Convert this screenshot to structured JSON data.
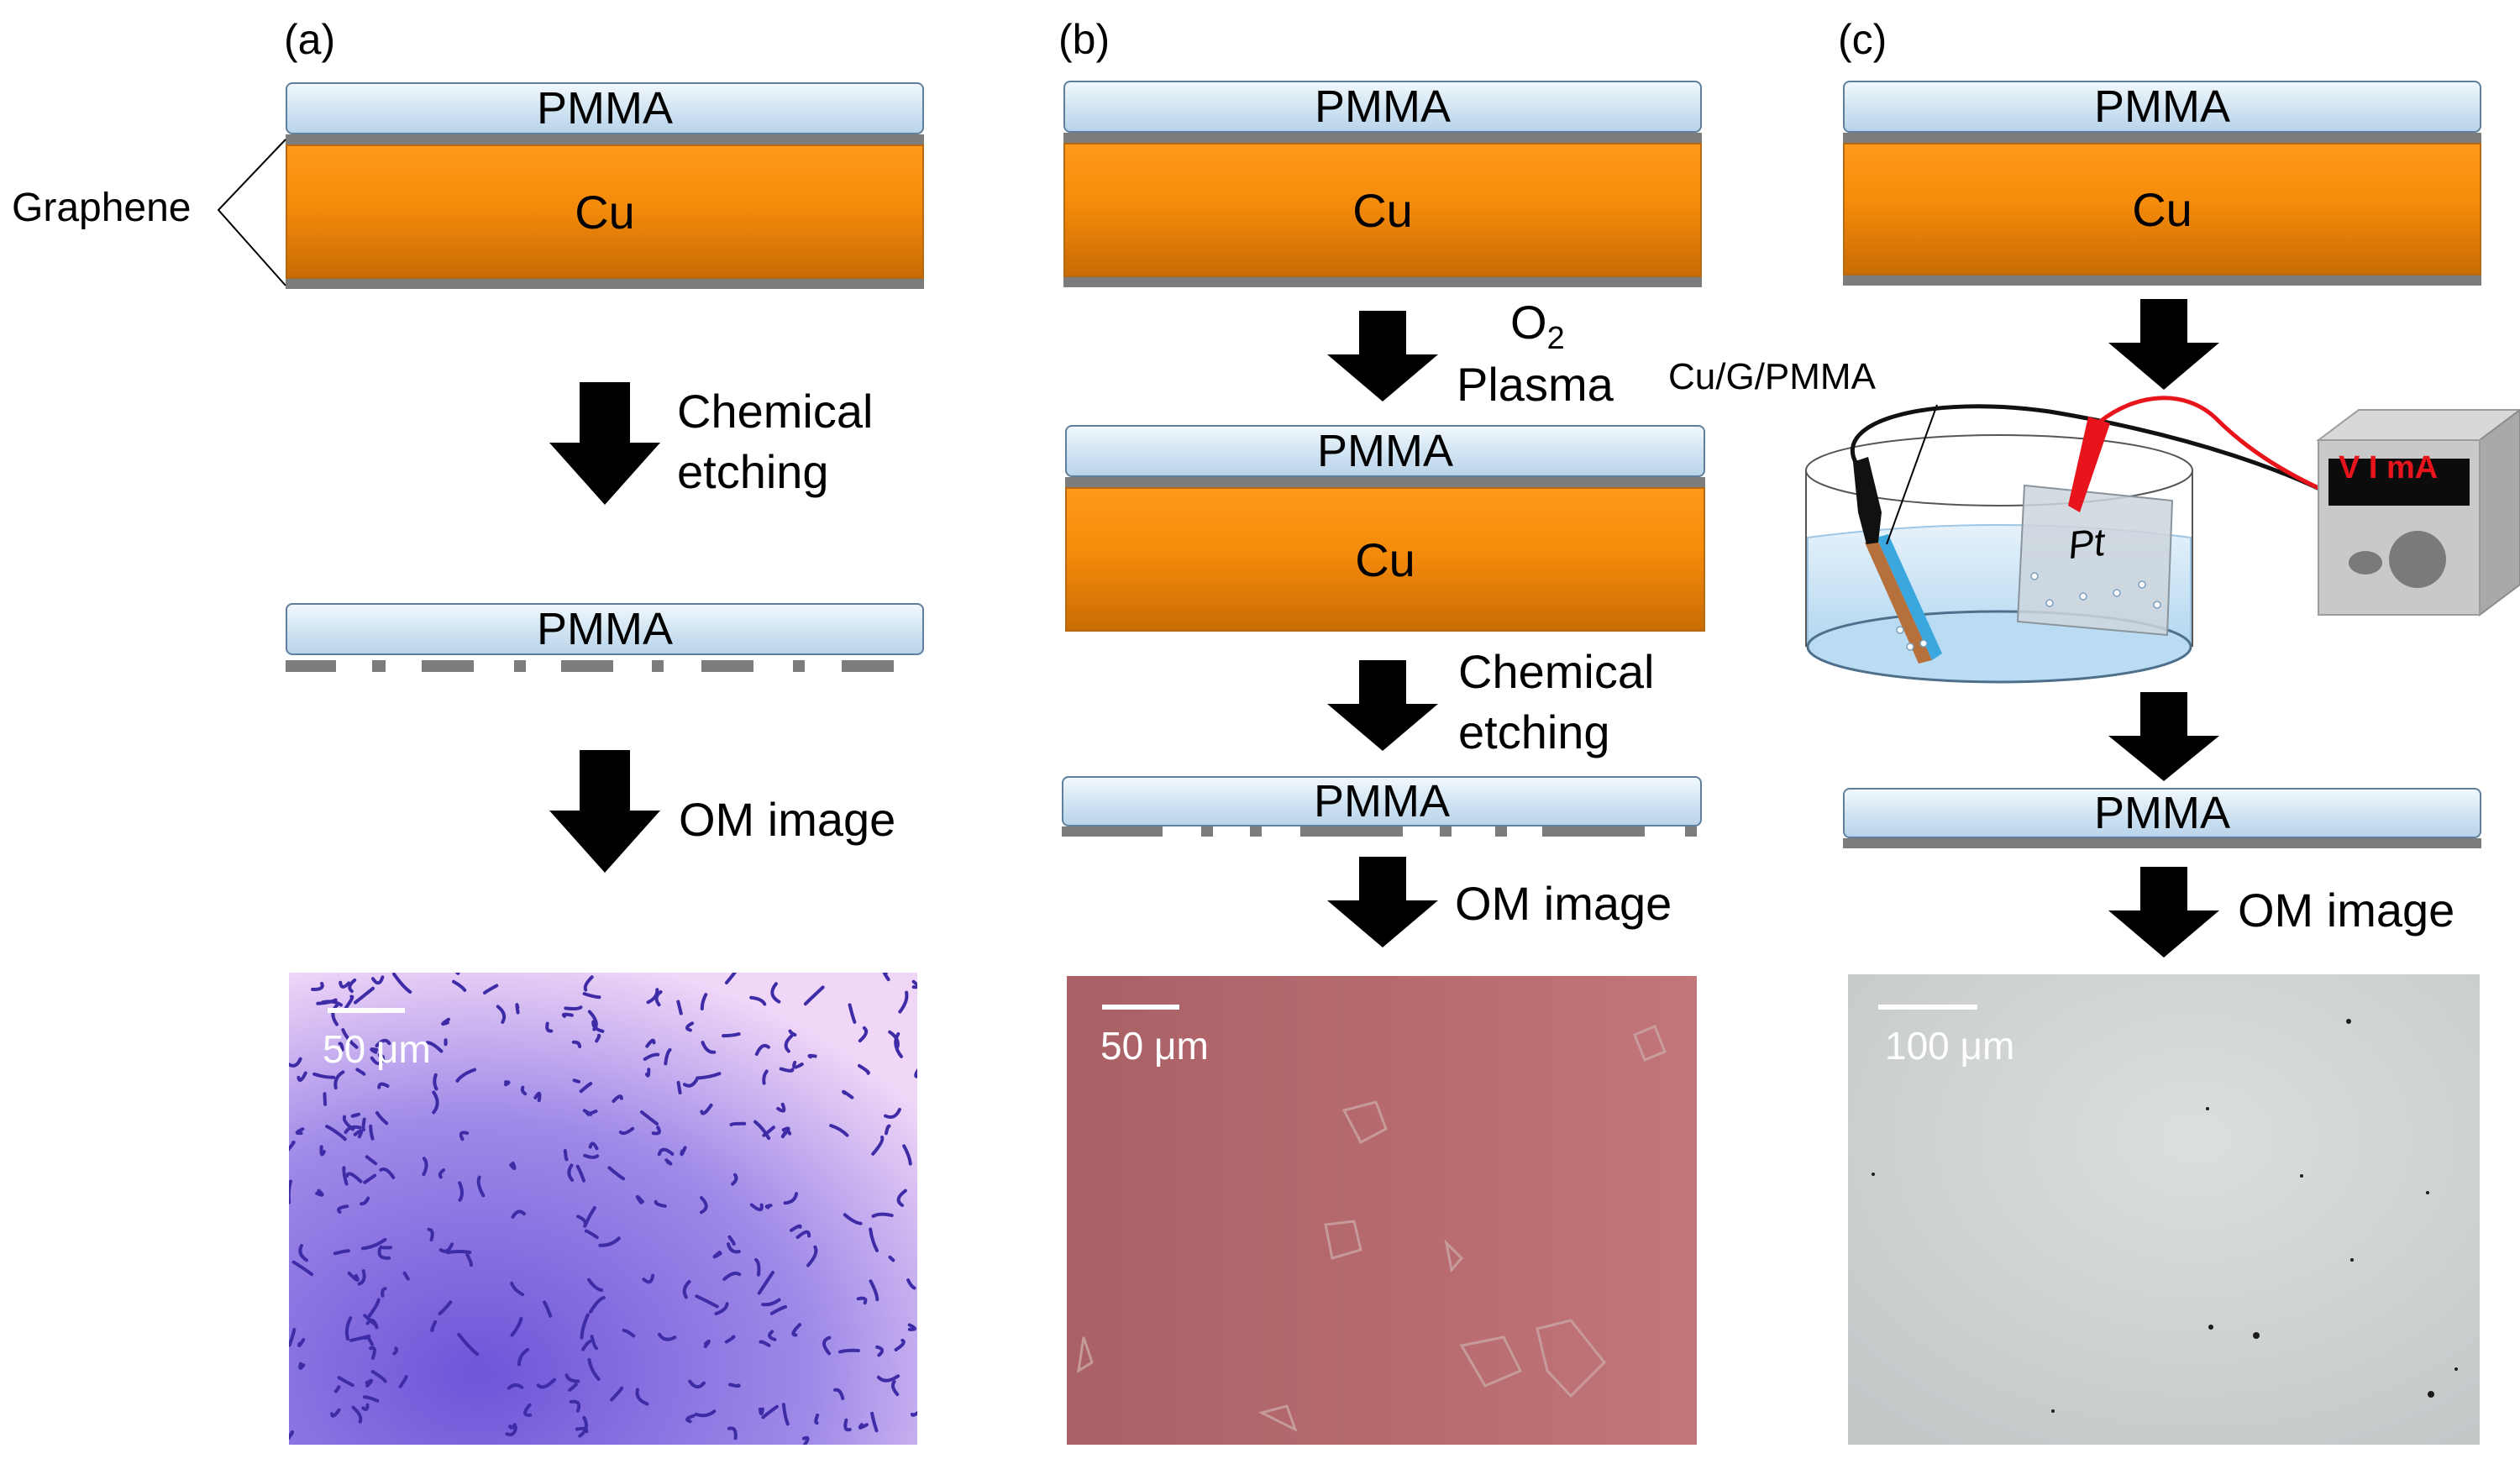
{
  "panels": {
    "a": {
      "label": "(a)",
      "pmma": "PMMA",
      "cu": "Cu",
      "graphene": "Graphene",
      "step1": "Chemical\netching",
      "pmma2": "PMMA",
      "step2": "OM image",
      "scale": "50 μm"
    },
    "b": {
      "label": "(b)",
      "pmma": "PMMA",
      "cu": "Cu",
      "o2": "O",
      "o2_sub": "2",
      "plasma": "Plasma",
      "pmma2": "PMMA",
      "cu2": "Cu",
      "step2": "Chemical\netching",
      "pmma3": "PMMA",
      "step3": "OM image",
      "scale": "50 μm"
    },
    "c": {
      "label": "(c)",
      "pmma": "PMMA",
      "cu": "Cu",
      "electrode_label": "Cu/G/PMMA",
      "pt": "Pt",
      "meter": "V I mA",
      "pmma2": "PMMA",
      "step": "OM image",
      "scale": "100 μm"
    }
  },
  "colors": {
    "pmma": "#cfe3f2",
    "cu": "#f58b0a",
    "graphene": "#7c7c7c",
    "om_a": "#9c8be6",
    "om_b": "#b66a6e",
    "om_c": "#d3d6d7",
    "red_wire": "#e8141c"
  }
}
